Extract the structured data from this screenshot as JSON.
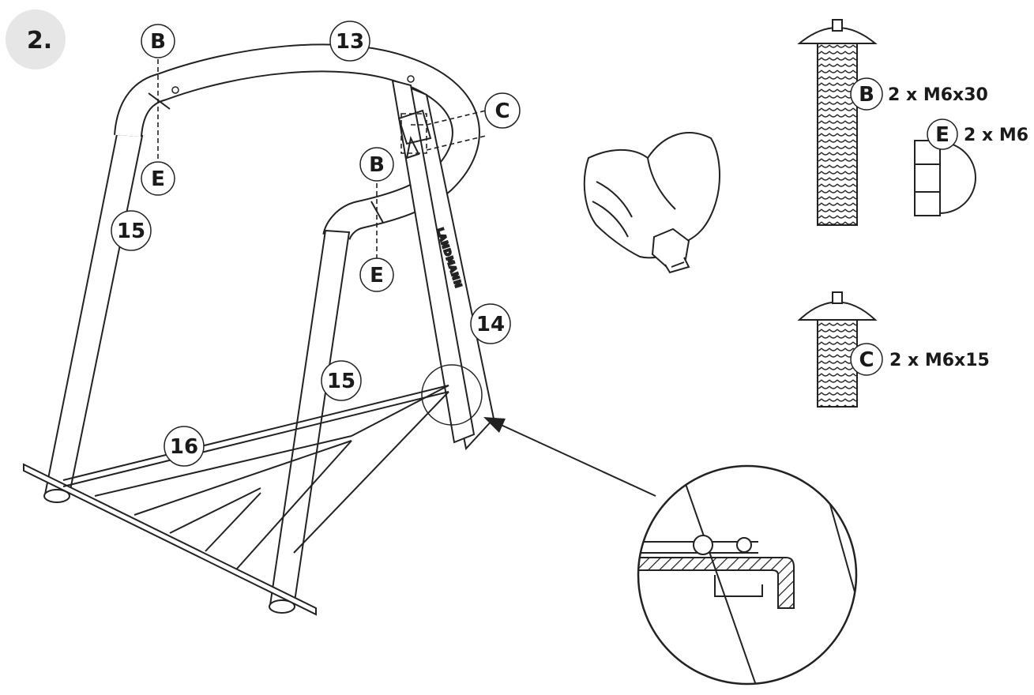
{
  "step": {
    "label": "2."
  },
  "callouts": {
    "top_bolt": "B",
    "top_nut": "E",
    "arch_part": "13",
    "clamp_bolt": "C",
    "inner_bolt": "B",
    "inner_nut": "E",
    "left_leg": "15",
    "right_leg": "15",
    "upright": "14",
    "base_frame": "16"
  },
  "upright_brand": "LANDMANN",
  "hardware": [
    {
      "letter": "B",
      "spec": "2 x M6x30"
    },
    {
      "letter": "E",
      "spec": "2 x M6"
    },
    {
      "letter": "C",
      "spec": "2 x M6x15"
    }
  ]
}
